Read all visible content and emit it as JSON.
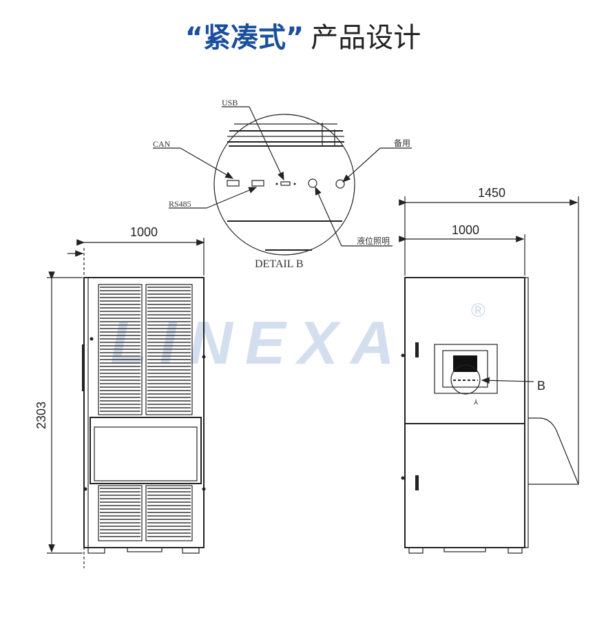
{
  "title": {
    "highlight": "“紧凑式”",
    "rest": "产品设计"
  },
  "watermark": {
    "brand": "LINEXA",
    "mark": "®",
    "color": "#c9d7ea"
  },
  "front_view": {
    "width_dim": "1000",
    "height_dim": "2303"
  },
  "side_view": {
    "depth_dim": "1450",
    "cabinet_dim": "1000",
    "callout": "B"
  },
  "detail": {
    "title": "DETAIL B",
    "labels": {
      "usb": "USB",
      "can": "CAN",
      "rs485": "RS485",
      "spare": "备用",
      "level_light": "液位照明"
    }
  },
  "colors": {
    "title_blue": "#1a4f9c",
    "line": "#222222"
  }
}
